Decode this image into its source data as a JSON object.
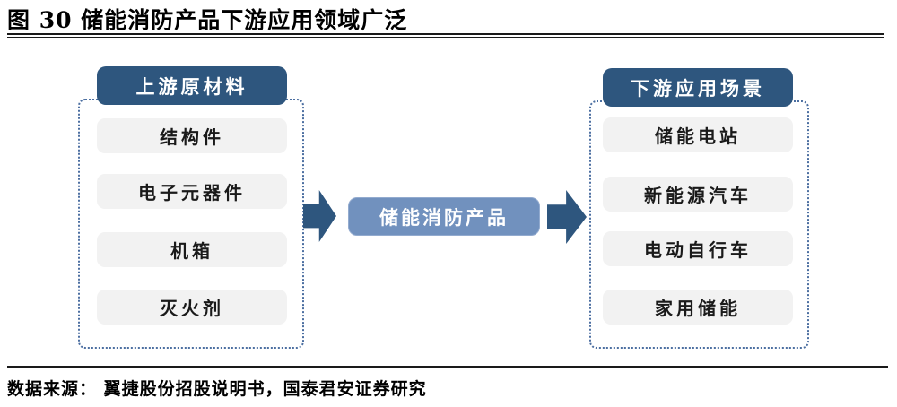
{
  "figure": {
    "title": "图 30 储能消防产品下游应用领域广泛",
    "source": "数据来源： 翼捷股份招股说明书，国泰君安证券研究"
  },
  "diagram": {
    "left_panel": {
      "header": "上游原材料",
      "items": [
        "结构件",
        "电子元器件",
        "机箱",
        "灭火剂"
      ]
    },
    "center_node": {
      "label": "储能消防产品"
    },
    "right_panel": {
      "header": "下游应用场景",
      "items": [
        "储能电站",
        "新能源汽车",
        "电动自行车",
        "家用储能"
      ]
    }
  },
  "colors": {
    "panel_header_bg": "#2E567E",
    "center_node_bg": "#7191BE",
    "arrow": "#2E567E",
    "item_bg": "#F2F2F2",
    "dashed_border": "#4C6FA1",
    "rule": "#1A1A1A",
    "text_dark": "#000000",
    "text_light": "#FFFFFF"
  }
}
